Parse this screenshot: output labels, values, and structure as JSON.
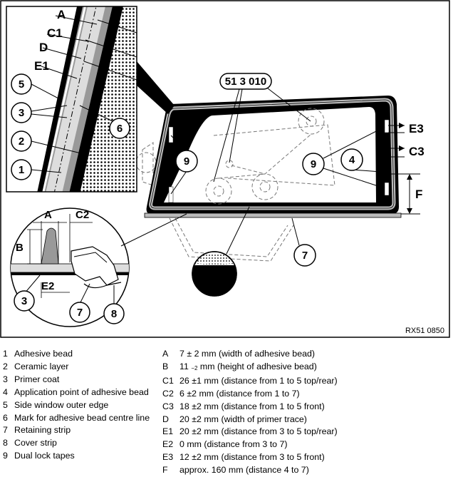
{
  "diagram": {
    "reference": "RX51 0850",
    "special_tool": "51 3 010",
    "letters": {
      "A": "A",
      "C1": "C1",
      "D": "D",
      "E1": "E1",
      "C2": "C2",
      "B": "B",
      "E2": "E2",
      "E3": "E3",
      "C3": "C3",
      "F": "F"
    },
    "callouts": [
      "1",
      "2",
      "3",
      "4",
      "5",
      "6",
      "7",
      "8",
      "9"
    ]
  },
  "legend": {
    "items": [
      {
        "num": "1",
        "text": "Adhesive bead"
      },
      {
        "num": "2",
        "text": "Ceramic layer"
      },
      {
        "num": "3",
        "text": "Primer coat"
      },
      {
        "num": "4",
        "text": "Application point of adhesive bead"
      },
      {
        "num": "5",
        "text": "Side window outer edge"
      },
      {
        "num": "6",
        "text": "Mark for adhesive bead centre line"
      },
      {
        "num": "7",
        "text": "Retaining strip"
      },
      {
        "num": "8",
        "text": "Cover strip"
      },
      {
        "num": "9",
        "text": "Dual lock tapes"
      }
    ],
    "dimensions": [
      {
        "key": "A",
        "text": "7 ± 2 mm (width of adhesive bead)"
      },
      {
        "key": "B",
        "value": "11",
        "sub": "−2",
        "text": " mm (height of adhesive bead)"
      },
      {
        "key": "C1",
        "text": "26 ±1 mm (distance from 1 to 5 top/rear)"
      },
      {
        "key": "C2",
        "text": "6 ±2 mm (distance from 1 to 7)"
      },
      {
        "key": "C3",
        "text": "18 ±2 mm (distance from 1 to 5 front)"
      },
      {
        "key": "D",
        "text": "20 ±2 mm (width of primer trace)"
      },
      {
        "key": "E1",
        "text": "20 ±2 mm (distance from 3 to 5 top/rear)"
      },
      {
        "key": "E2",
        "text": "0 mm (distance from 3 to 7)"
      },
      {
        "key": "E3",
        "text": "12 ±2 mm (distance from 3 to 5 front)"
      },
      {
        "key": "F",
        "text": "approx. 160 mm (distance 4 to 7)"
      }
    ]
  }
}
